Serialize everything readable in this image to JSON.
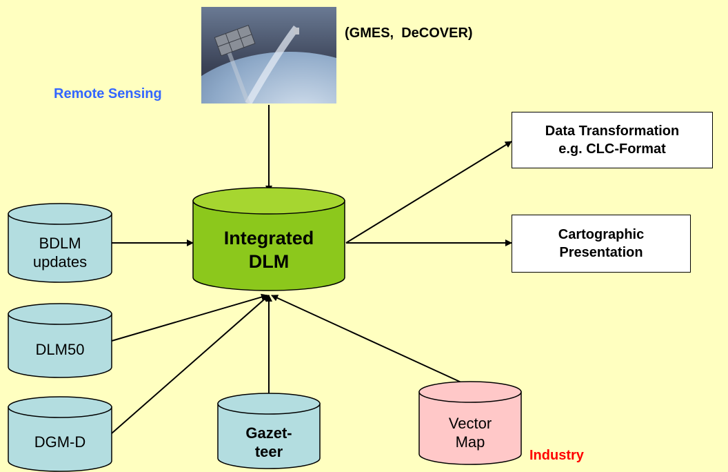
{
  "satellite_caption": "(GMES,  DeCOVER)",
  "remote_sensing_label": "Remote Sensing",
  "industry_label": "Industry",
  "central": {
    "line1": "Integrated",
    "line2": "DLM"
  },
  "sources": {
    "bdlm": {
      "line1": "BDLM",
      "line2": "updates"
    },
    "dlm50": {
      "line1": "DLM50"
    },
    "dgm": {
      "line1": "DGM-D"
    },
    "gazetteer": {
      "line1": "Gazet-",
      "line2": "teer"
    },
    "vector_map": {
      "line1": "Vector",
      "line2": "Map"
    }
  },
  "outputs": {
    "data_transformation": {
      "line1": "Data Transformation",
      "line2": "e.g. CLC-Format"
    },
    "cartographic": {
      "line1": "Cartographic",
      "line2": "Presentation"
    }
  },
  "colors": {
    "background": "#ffffc0",
    "source_cylinder": "#b3dde0",
    "vector_cylinder": "#ffc8c8",
    "central_cylinder": "#8cc81c",
    "remote_sensing_text": "#3366ff",
    "industry_text": "#ff0000"
  }
}
